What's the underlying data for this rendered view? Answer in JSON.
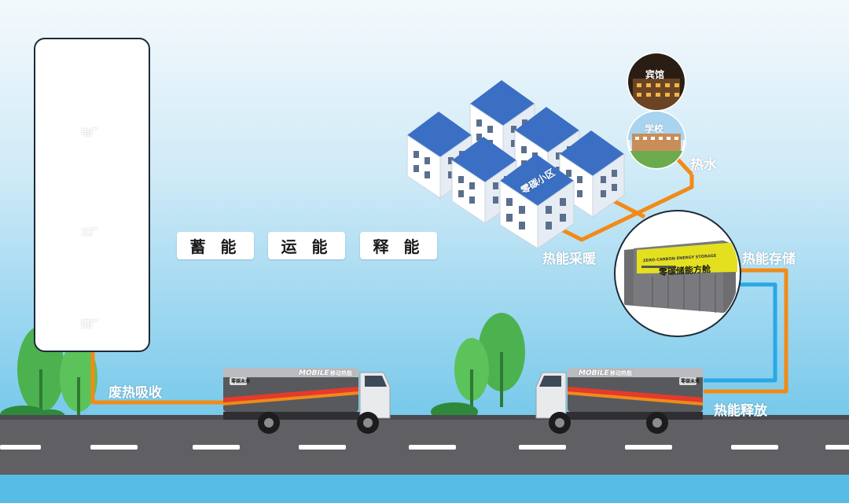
{
  "sources": [
    {
      "label": "电厂",
      "icon": "power-plant-icon"
    },
    {
      "label": "工厂",
      "icon": "factory-icon"
    },
    {
      "label": "钢厂",
      "icon": "steel-mill-icon"
    }
  ],
  "process_chips": [
    "蓄 能",
    "运 能",
    "释 能"
  ],
  "flow_labels": {
    "waste_heat": "废热吸收",
    "hot_water": "热水",
    "heating": "热能采暖",
    "storage": "热能存储",
    "release": "热能释放"
  },
  "community_label": "零碳小区",
  "consumers": [
    {
      "label": "宾馆",
      "icon": "hotel-icon"
    },
    {
      "label": "学校",
      "icon": "school-icon"
    }
  ],
  "storage_unit": {
    "title": "零碳储能方舱",
    "small_text": "ZERO-CARBON ENERGY STORAGE",
    "icon": "energy-storage-cabin-icon"
  },
  "truck": {
    "brand": "MOBILE",
    "brand_sub": "移动热能",
    "logo_text": "零碳未来",
    "icon": "heat-transport-truck-icon"
  },
  "colors": {
    "sky_top": "#f4f9fc",
    "sky_bottom": "#58bde6",
    "pipe_orange": "#f28a17",
    "pipe_blue": "#29a8e6",
    "road": "#5f5f64",
    "roof": "#3b6fc4",
    "storage_yellow": "#e4e020",
    "tree_green": "#3fa748"
  }
}
